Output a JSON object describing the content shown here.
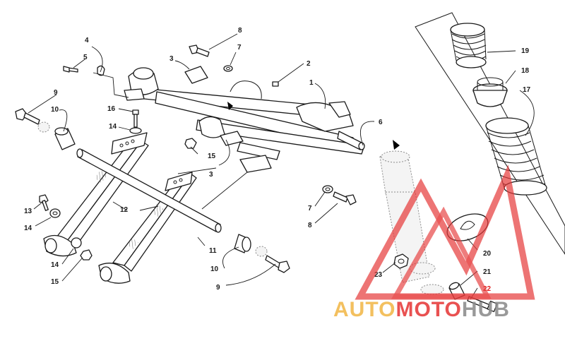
{
  "callouts": [
    {
      "id": "c1",
      "text": "1"
    },
    {
      "id": "c2",
      "text": "2"
    },
    {
      "id": "c3a",
      "text": "3"
    },
    {
      "id": "c3b",
      "text": "3"
    },
    {
      "id": "c4",
      "text": "4"
    },
    {
      "id": "c5",
      "text": "5"
    },
    {
      "id": "c6",
      "text": "6"
    },
    {
      "id": "c7a",
      "text": "7"
    },
    {
      "id": "c7b",
      "text": "7"
    },
    {
      "id": "c8a",
      "text": "8"
    },
    {
      "id": "c8b",
      "text": "8"
    },
    {
      "id": "c9a",
      "text": "9"
    },
    {
      "id": "c9b",
      "text": "9"
    },
    {
      "id": "c10a",
      "text": "10"
    },
    {
      "id": "c10b",
      "text": "10"
    },
    {
      "id": "c11",
      "text": "11"
    },
    {
      "id": "c12",
      "text": "12"
    },
    {
      "id": "c13",
      "text": "13"
    },
    {
      "id": "c14a",
      "text": "14"
    },
    {
      "id": "c14b",
      "text": "14"
    },
    {
      "id": "c14c",
      "text": "14"
    },
    {
      "id": "c15a",
      "text": "15"
    },
    {
      "id": "c15b",
      "text": "15"
    },
    {
      "id": "c16",
      "text": "16"
    },
    {
      "id": "c17",
      "text": "17"
    },
    {
      "id": "c18",
      "text": "18"
    },
    {
      "id": "c19",
      "text": "19"
    },
    {
      "id": "c20",
      "text": "20"
    },
    {
      "id": "c21",
      "text": "21"
    },
    {
      "id": "c22",
      "text": "22"
    },
    {
      "id": "c23",
      "text": "23"
    }
  ],
  "watermark": {
    "part1": "AUTO",
    "part2": "MOTO",
    "part3": "HUB",
    "color_orange": "#f2b84a",
    "color_red": "#e63a3a",
    "color_gray": "#8c8c8c"
  }
}
